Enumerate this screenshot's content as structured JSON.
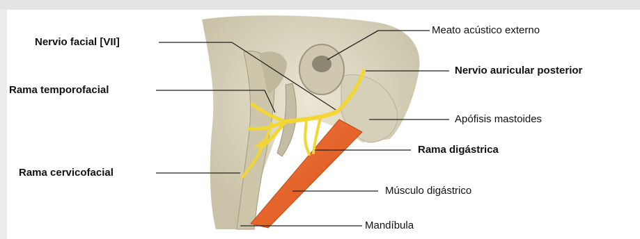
{
  "labels": {
    "nervio_facial": "Nervio facial [VII]",
    "rama_temporofacial": "Rama temporofacial",
    "rama_cervicofacial": "Rama cervicofacial",
    "meato_acustico": "Meato acústico externo",
    "nervio_auricular": "Nervio auricular posterior",
    "apofisis_mastoides": "Apófisis mastoides",
    "rama_digastrica": "Rama digástrica",
    "musculo_digastrico": "Músculo digástrico",
    "mandibula": "Mandíbula"
  },
  "colors": {
    "nerve": "#f2d633",
    "muscle": "#e8622a",
    "bone": "#d9d3be",
    "bone_shadow": "#b9b29a",
    "leader": "#222222"
  }
}
